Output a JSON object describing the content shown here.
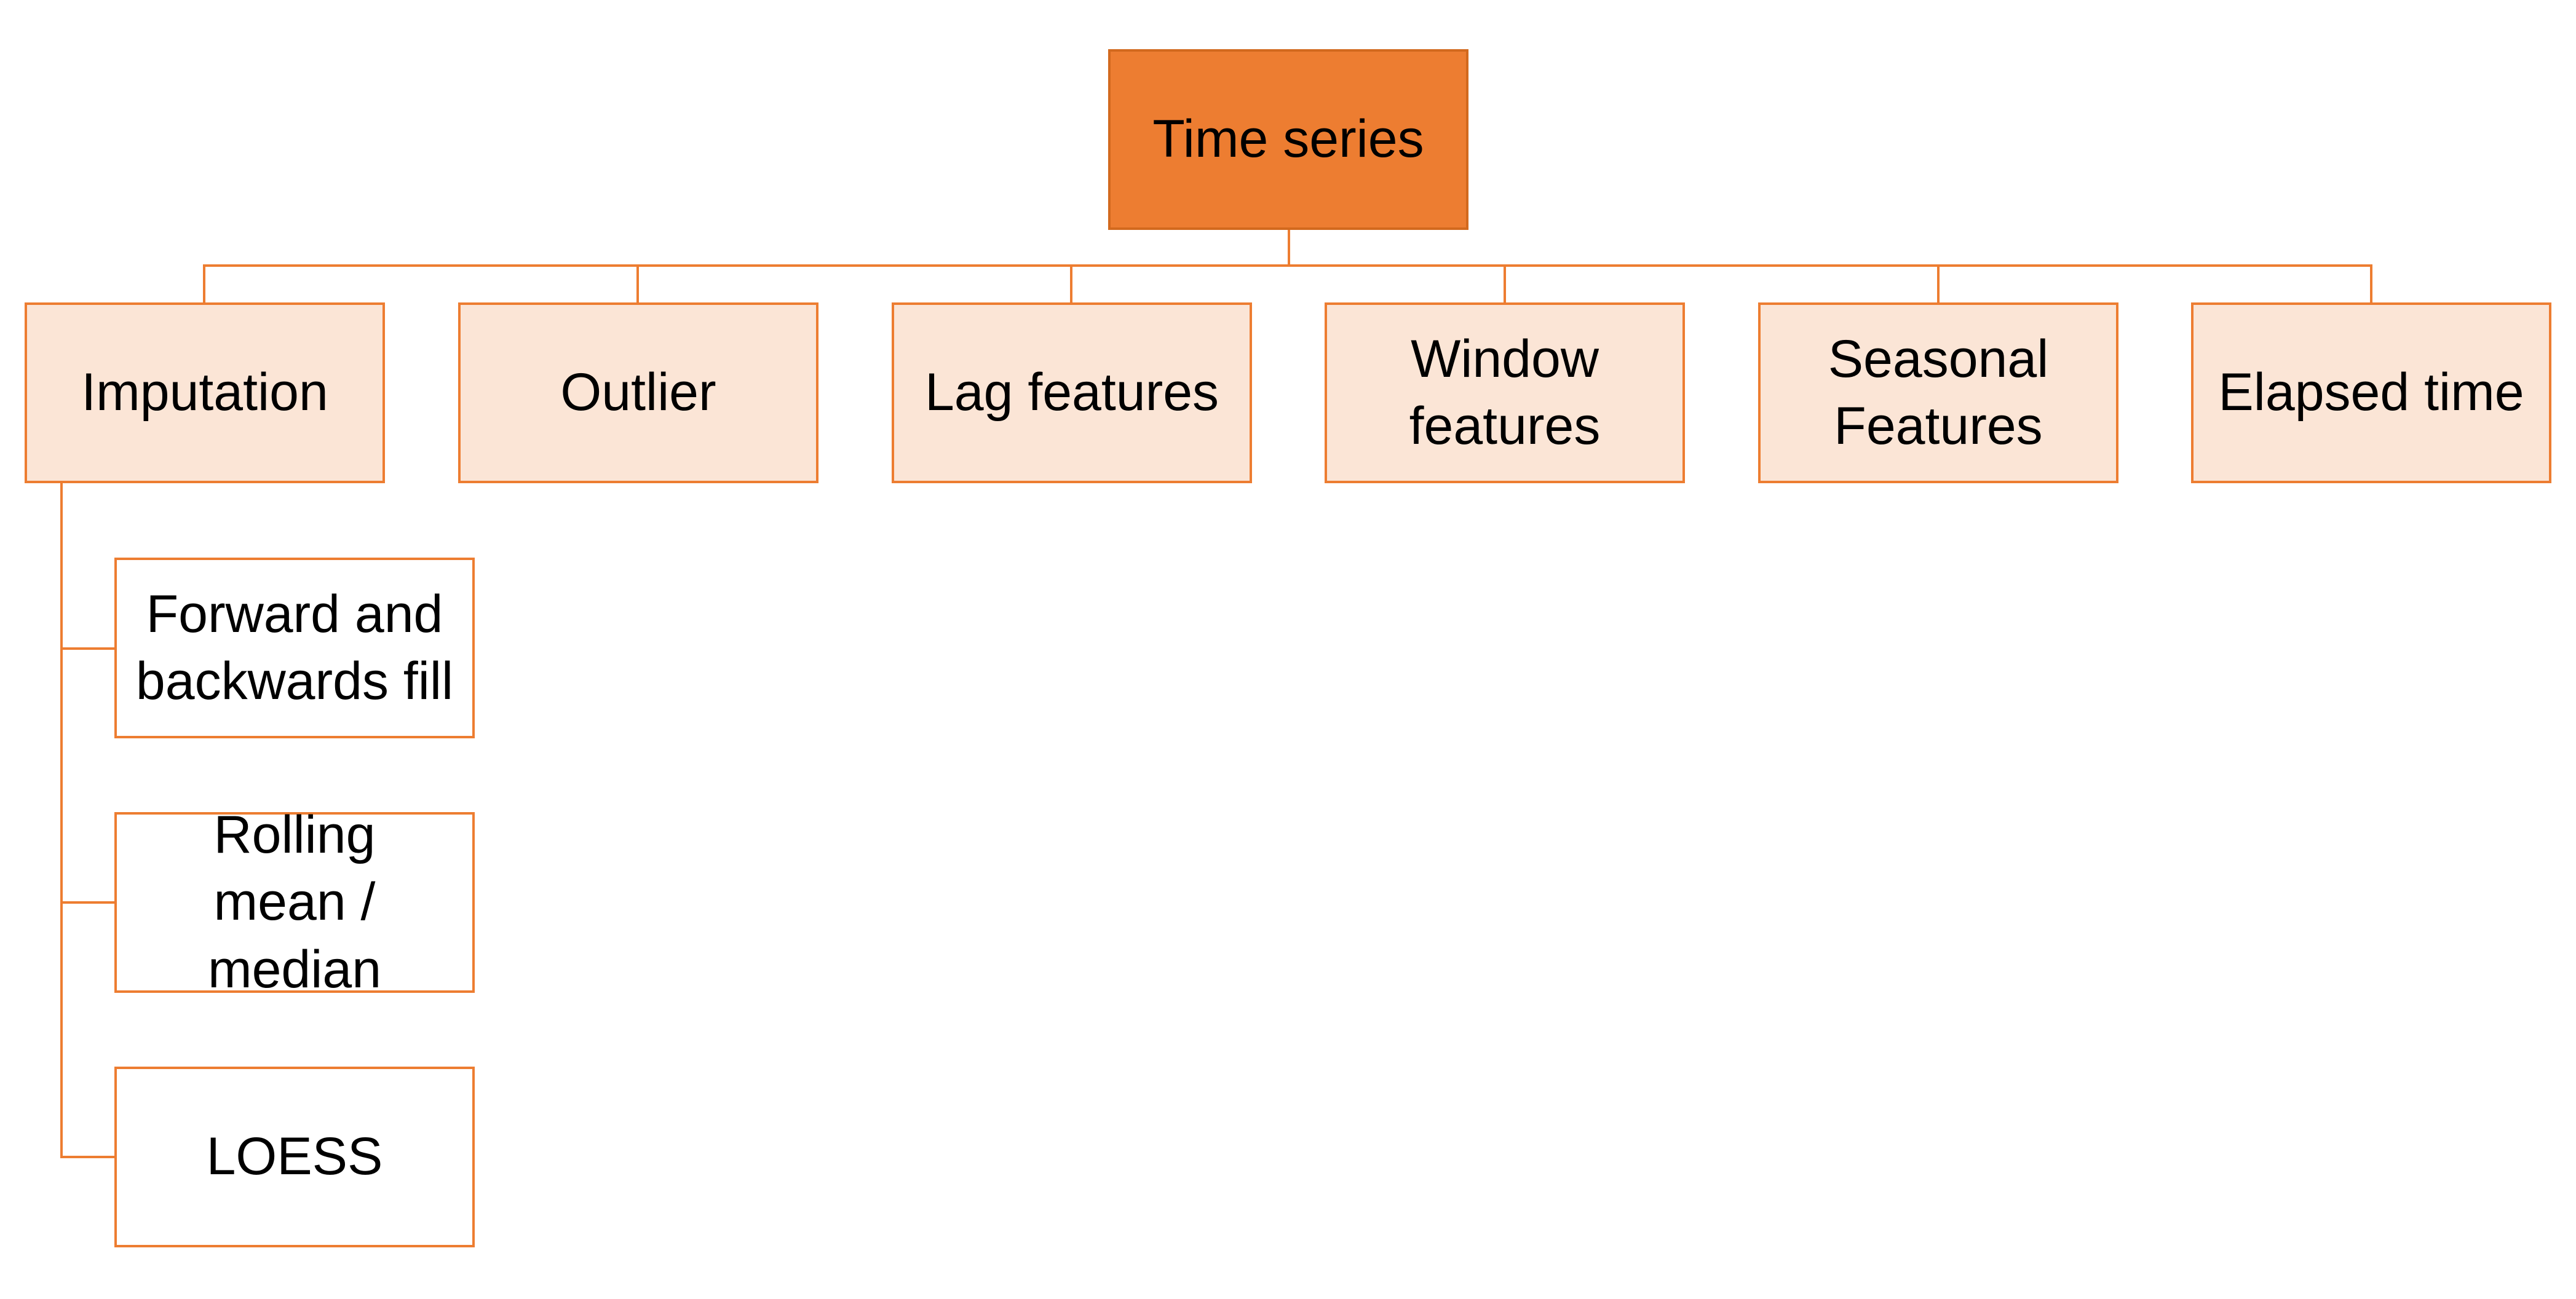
{
  "diagram": {
    "type": "hierarchy",
    "root": {
      "label": "Time series"
    },
    "categories": [
      {
        "label": "Imputation"
      },
      {
        "label": "Outlier"
      },
      {
        "label": "Lag features"
      },
      {
        "label": "Window features"
      },
      {
        "label": "Seasonal Features"
      },
      {
        "label": "Elapsed time"
      }
    ],
    "imputation_methods": [
      {
        "label": "Forward and backwards fill"
      },
      {
        "label": "Rolling mean / median"
      },
      {
        "label": "LOESS"
      }
    ],
    "colors": {
      "root_fill": "#ED7D31",
      "node_fill": "#FBE5D6",
      "leaf_fill": "#FFFFFF",
      "stroke": "#ED7D31",
      "text": "#000000"
    }
  }
}
